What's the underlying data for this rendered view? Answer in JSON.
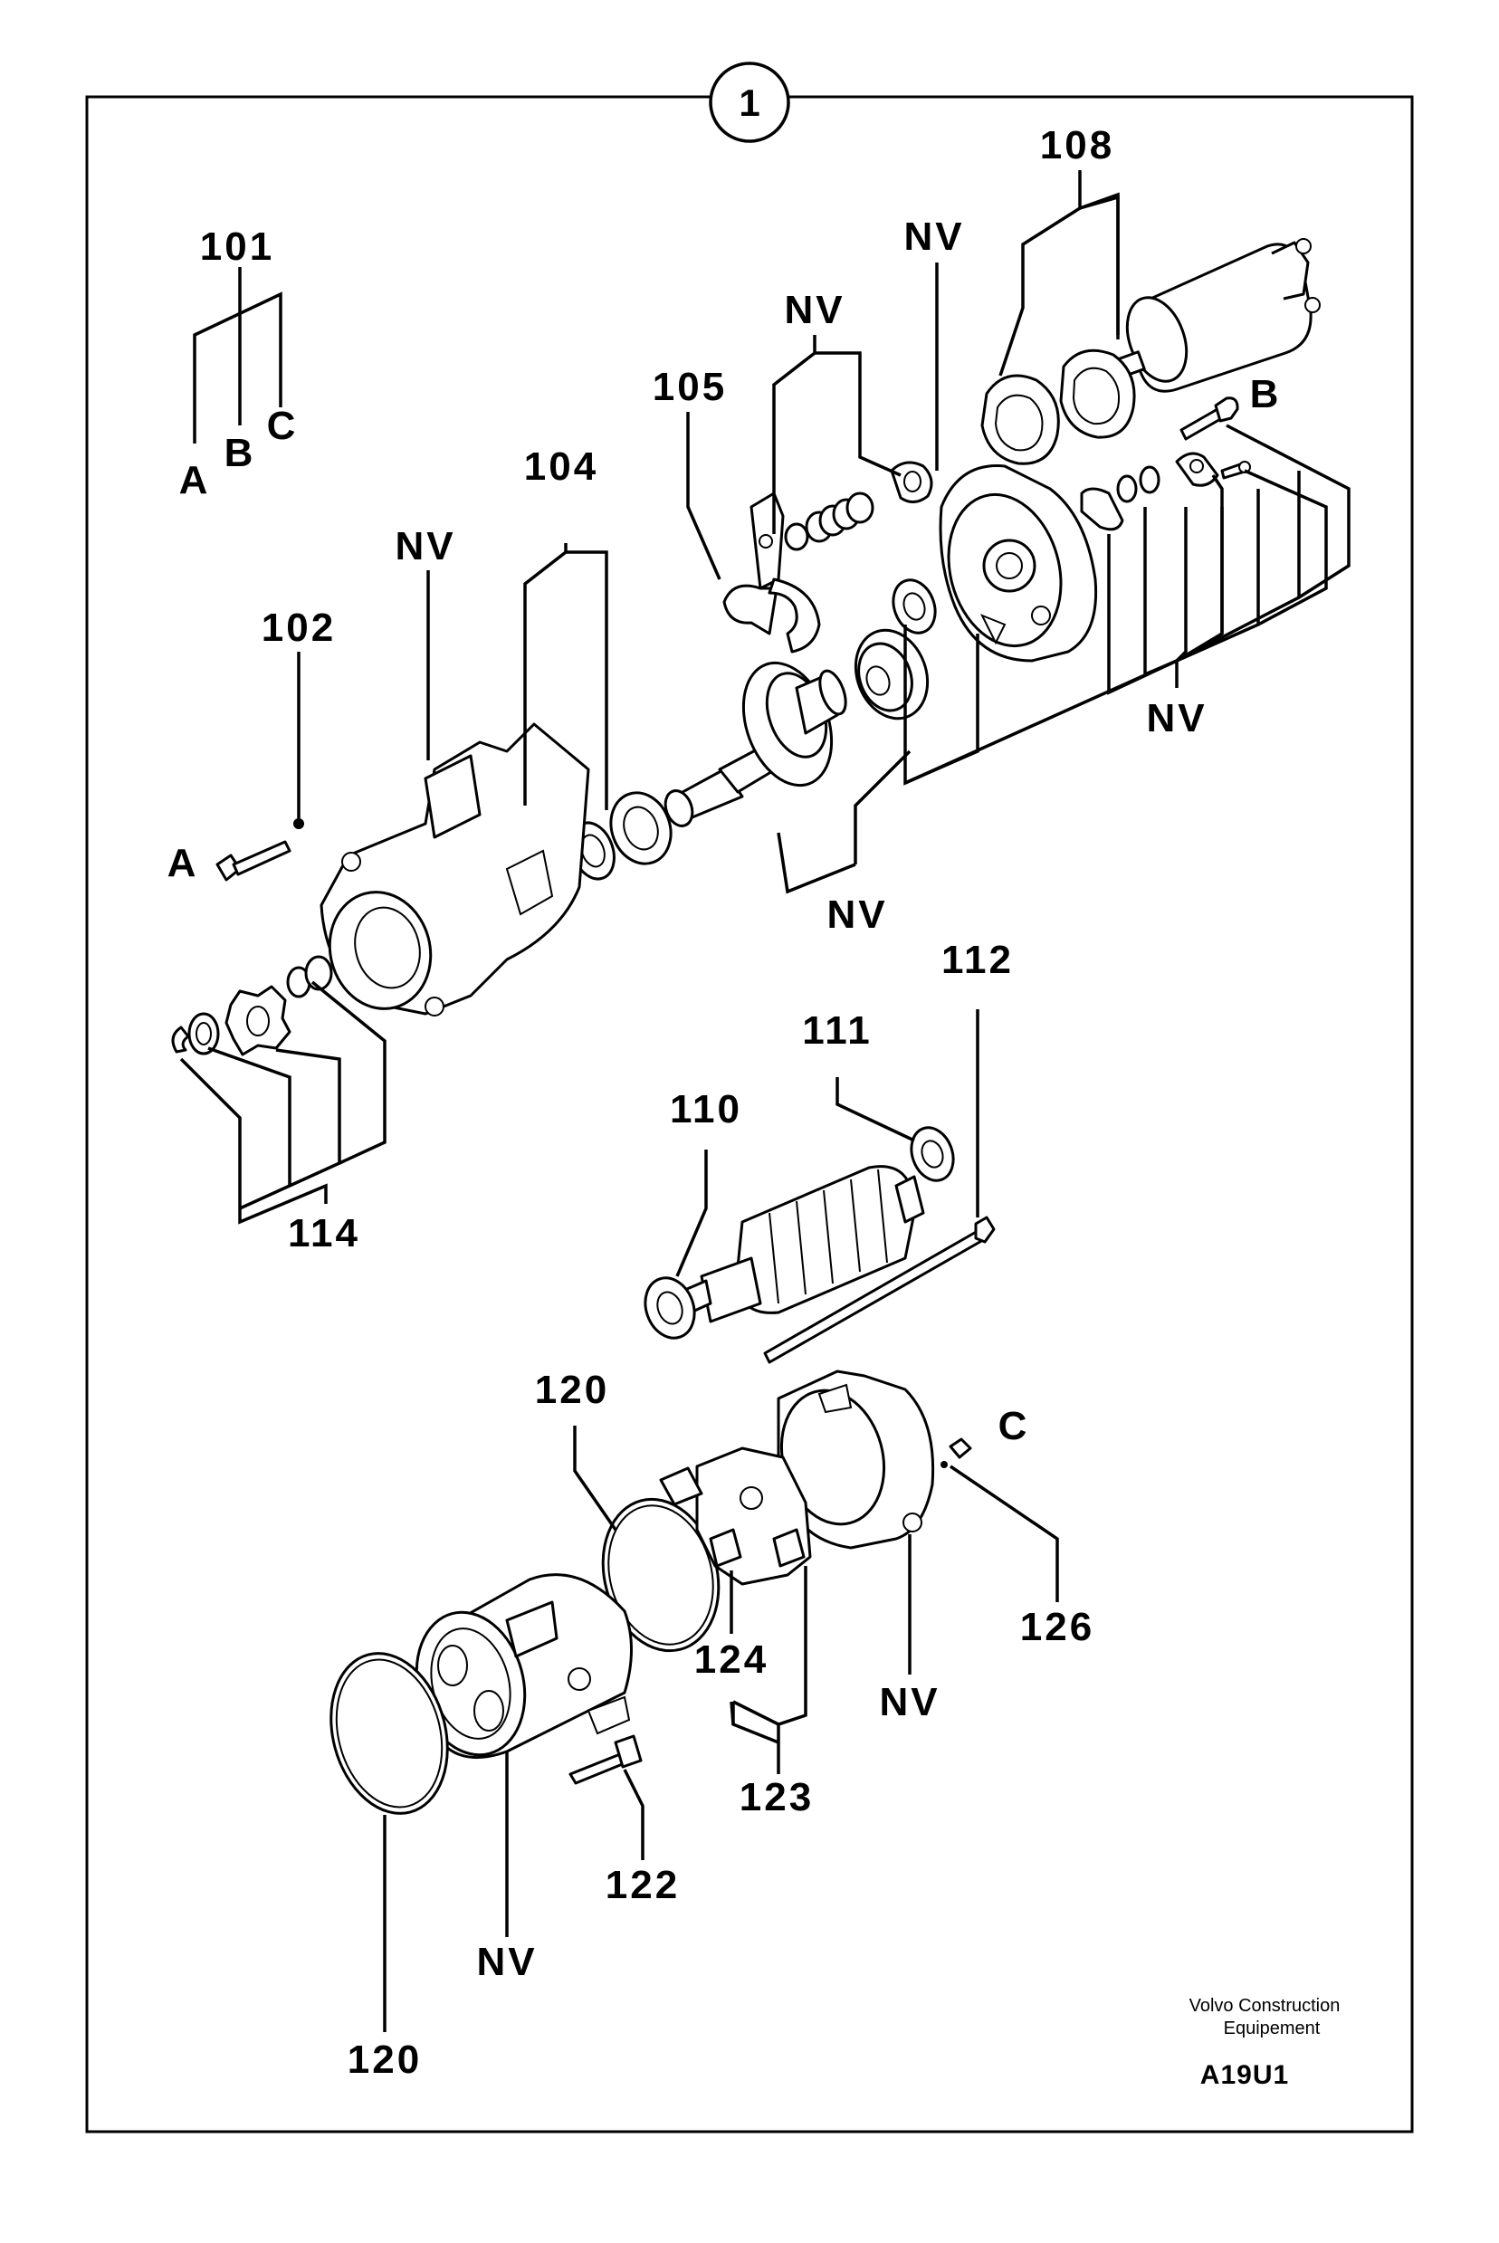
{
  "sheet": {
    "number": "1",
    "publisher_line1": "Volvo Construction",
    "publisher_line2": "Equipement",
    "code": "A19U1"
  },
  "callouts": {
    "p101": "101",
    "p101_a": "A",
    "p101_b": "B",
    "p101_c": "C",
    "p102": "102",
    "p104": "104",
    "p105": "105",
    "p108": "108",
    "p110": "110",
    "p111": "111",
    "p112": "112",
    "p114": "114",
    "p120_top": "120",
    "p120_bottom": "120",
    "p122": "122",
    "p123": "123",
    "p124": "124",
    "p126": "126",
    "ref_a_bolt": "A",
    "ref_b_bolt": "B",
    "ref_c_bolt": "C",
    "nv_housing": "NV",
    "nv_lever_springs": "NV",
    "nv_end_cover": "NV",
    "nv_shaft_gear": "NV",
    "nv_washers": "NV",
    "nv_rear_bracket": "NV",
    "nv_yoke": "NV"
  }
}
